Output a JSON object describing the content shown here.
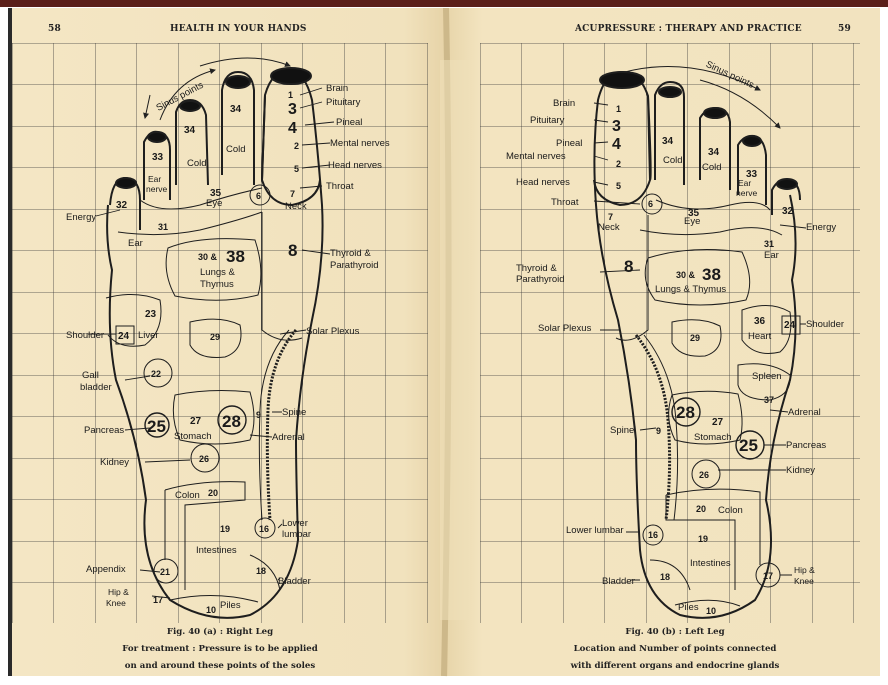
{
  "left_page": {
    "page_number": "58",
    "header": "HEALTH IN YOUR HANDS",
    "caption": {
      "fig": "Fig. 40 (a) : Right Leg",
      "line1": "For treatment : Pressure is to be applied",
      "line2": "on and around these points of the soles"
    },
    "labels": {
      "sinus": "Sinus points",
      "brain": "Brain",
      "pituitary": "Pituitary",
      "pineal": "Pineal",
      "mental": "Mental nerves",
      "head": "Head nerves",
      "throat": "Throat",
      "neck": "Neck",
      "energy": "Energy",
      "ear": "Ear",
      "ear_nerve_1": "Ear",
      "ear_nerve_2": "nerve",
      "cold_a": "Cold",
      "cold_b": "Cold",
      "eye": "Eye",
      "thyroid_1": "Thyroid &",
      "thyroid_2": "Parathyroid",
      "lungs_1": "Lungs &",
      "lungs_2": "Thymus",
      "shoulder": "Shoulder",
      "liver": "Liver",
      "solar": "Solar Plexus",
      "gall_1": "Gall",
      "gall_2": "bladder",
      "spine": "Spine",
      "adrenal": "Adrenal",
      "pancreas": "Pancreas",
      "stomach": "Stomach",
      "kidney": "Kidney",
      "colon": "Colon",
      "lower_1": "Lower",
      "lower_2": "lumbar",
      "intestines": "Intestines",
      "appendix": "Appendix",
      "hip_1": "Hip &",
      "hip_2": "Knee",
      "bladder": "Bladder",
      "piles": "Piles"
    },
    "numbers": {
      "n1": "1",
      "n3": "3",
      "n4": "4",
      "n2": "2",
      "n5": "5",
      "n6": "6",
      "n7": "7",
      "n32": "32",
      "n33": "33",
      "n34a": "34",
      "n34b": "34",
      "n31": "31",
      "n35": "35",
      "n30": "30 &",
      "n38": "38",
      "n8": "8",
      "n23": "23",
      "n24": "24",
      "n29": "29",
      "n22": "22",
      "n25": "25",
      "n27": "27",
      "n28": "28",
      "n9": "9",
      "n26": "26",
      "n20": "20",
      "n19": "19",
      "n16": "16",
      "n21": "21",
      "n18": "18",
      "n17": "17",
      "n10": "10"
    }
  },
  "right_page": {
    "page_number": "59",
    "header": "ACUPRESSURE : THERAPY AND PRACTICE",
    "caption": {
      "fig": "Fig. 40 (b) : Left Leg",
      "line1": "Location and Number of points connected",
      "line2": "with different organs and endocrine glands"
    },
    "labels": {
      "sinus": "Sinus points",
      "brain": "Brain",
      "pituitary": "Pituitary",
      "pineal": "Pineal",
      "mental": "Mental nerves",
      "head": "Head nerves",
      "throat": "Throat",
      "neck": "Neck",
      "energy": "Energy",
      "ear": "Ear",
      "ear_nerve_1": "Ear",
      "ear_nerve_2": "nerve",
      "cold_a": "Cold",
      "cold_b": "Cold",
      "eye": "Eye",
      "thyroid_1": "Thyroid &",
      "thyroid_2": "Parathyroid",
      "lungs": "Lungs & Thymus",
      "solar": "Solar Plexus",
      "shoulder": "Shoulder",
      "heart": "Heart",
      "spleen": "Spleen",
      "adrenal": "Adrenal",
      "spine": "Spine",
      "stomach": "Stomach",
      "pancreas": "Pancreas",
      "kidney": "Kidney",
      "colon": "Colon",
      "lower": "Lower lumbar",
      "intestines": "Intestines",
      "hip_1": "Hip &",
      "hip_2": "Knee",
      "bladder": "Bladder",
      "piles": "Piles"
    },
    "numbers": {
      "n1": "1",
      "n3": "3",
      "n4": "4",
      "n2": "2",
      "n5": "5",
      "n6": "6",
      "n7": "7",
      "n34a": "34",
      "n34b": "34",
      "n33": "33",
      "n32": "32",
      "n35": "35",
      "n31": "31",
      "n8": "8",
      "n30": "30 &",
      "n38": "38",
      "n36": "36",
      "n24": "24",
      "n29": "29",
      "n37": "37",
      "n28": "28",
      "n27": "27",
      "n9": "9",
      "n25": "25",
      "n26": "26",
      "n20": "20",
      "n16": "16",
      "n19": "19",
      "n18": "18",
      "n17": "17",
      "n10": "10"
    }
  }
}
